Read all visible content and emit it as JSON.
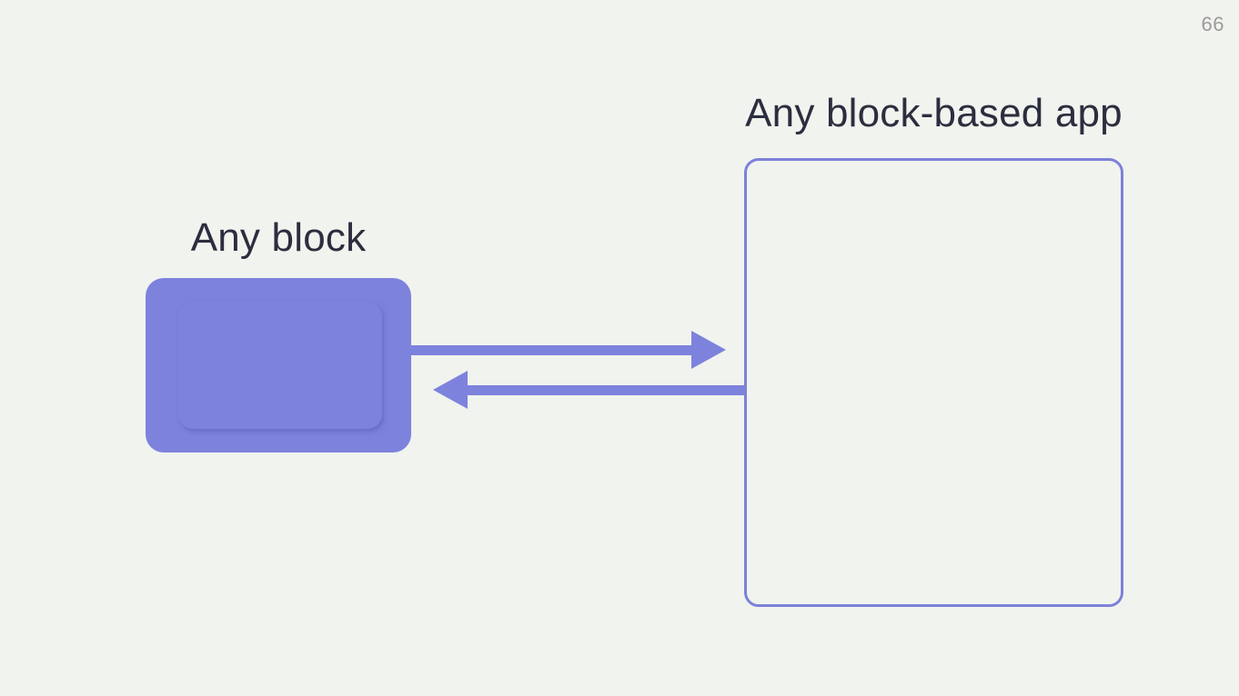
{
  "slide": {
    "page_number": "66",
    "app_label": "Any block-based app",
    "block_label": "Any block",
    "colors": {
      "background": "#f1f3ee",
      "block_fill": "#7d82dd",
      "arrow": "#7d82dd",
      "app_outline": "#7c81d9",
      "heading_text": "#2b2e3e",
      "page_number": "#9b9b99"
    }
  }
}
